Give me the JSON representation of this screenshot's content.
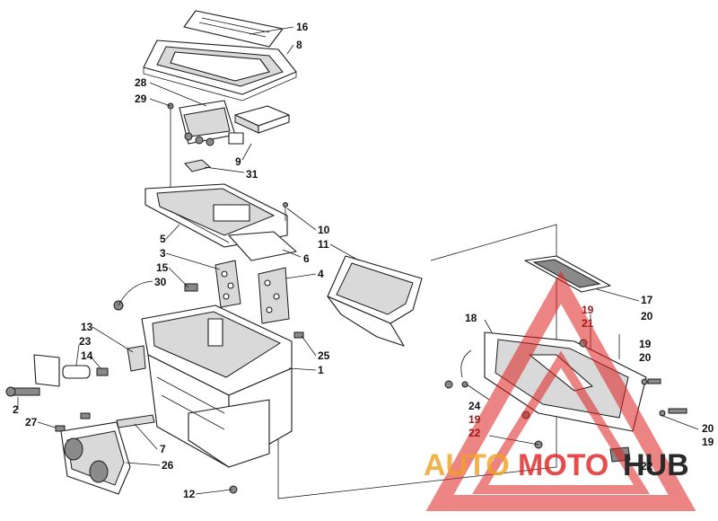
{
  "diagram": {
    "callouts": [
      "16",
      "8",
      "28",
      "29",
      "9",
      "31",
      "10",
      "5",
      "11",
      "6",
      "3",
      "15",
      "4",
      "30",
      "13",
      "23",
      "14",
      "25",
      "1",
      "2",
      "27",
      "7",
      "26",
      "12",
      "17",
      "18",
      "19",
      "21",
      "20",
      "19",
      "20",
      "24",
      "19",
      "22",
      "20",
      "19",
      "22"
    ]
  },
  "watermark": {
    "text_part1": "AUTO",
    "text_part2": "MOTO",
    "text_part3": "HUB",
    "color_orange": "#f0a020",
    "color_red": "#e02020",
    "color_dark": "#2a2a2a"
  }
}
